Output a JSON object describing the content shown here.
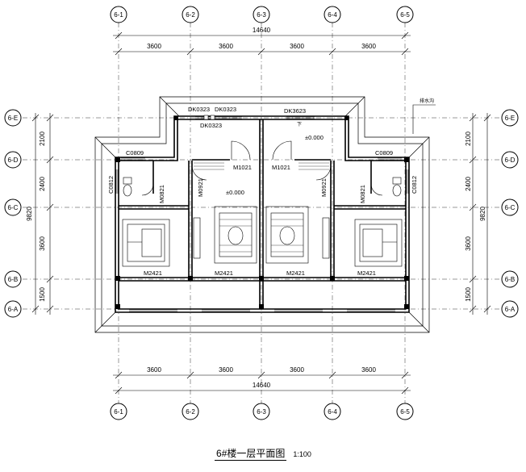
{
  "title": "6#楼一层平面图",
  "scale": "1:100",
  "axes": {
    "vertical": [
      "6-1",
      "6-2",
      "6-3",
      "6-4",
      "6-5"
    ],
    "horizontal": [
      "6-E",
      "6-D",
      "6-C",
      "6-B",
      "6-A"
    ]
  },
  "dimensions": {
    "top_overall": "14640",
    "top_bays": [
      "3600",
      "3600",
      "3600",
      "3600"
    ],
    "bottom_overall": "14640",
    "bottom_bays": [
      "3600",
      "3600",
      "3600",
      "3600"
    ],
    "side_overall": "9820",
    "side_segments": [
      "2100",
      "2400",
      "3600",
      "1500"
    ]
  },
  "labels": {
    "window_top_1": "DK0323",
    "window_top_2": "DK0323",
    "window_top_3": "DK0323",
    "window_top_4": "DK3623",
    "drain_note": "排水沟",
    "down_mark": "下",
    "level_top": "±0.000",
    "level_mid": "±0.000",
    "c0809_left": "C0809",
    "c0809_right": "C0809",
    "c0812_left": "C0812",
    "c0812_right": "C0812",
    "m0821_left": "M0821",
    "m0821_right": "M0821",
    "m0921_left": "M0921",
    "m0921_right": "M0921",
    "m1021_left": "M1021",
    "m1021_right": "M1021",
    "m2421_1": "M2421",
    "m2421_2": "M2421",
    "m2421_3": "M2421",
    "m2421_4": "M2421"
  }
}
